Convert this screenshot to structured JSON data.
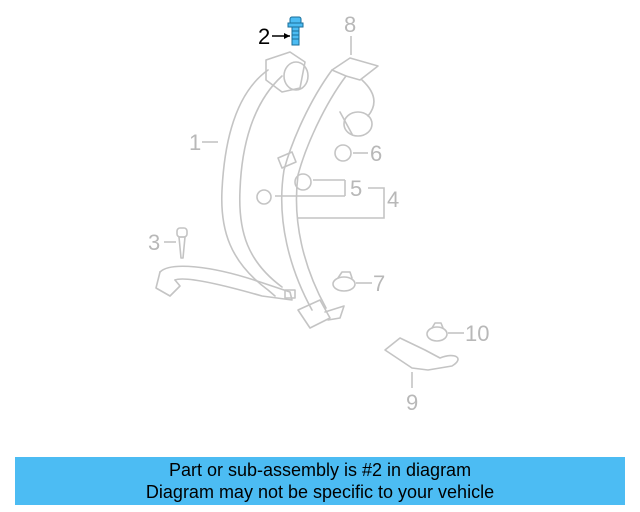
{
  "diagram": {
    "title": "Seat belt assembly parts diagram",
    "highlighted_part": "2",
    "highlight_color": "#4cbcf3",
    "callouts": [
      {
        "id": "1",
        "label": "1",
        "part": "belt-assembly-front",
        "highlighted": false
      },
      {
        "id": "2",
        "label": "2",
        "part": "bolt",
        "highlighted": true
      },
      {
        "id": "3",
        "label": "3",
        "part": "screw",
        "highlighted": false
      },
      {
        "id": "4",
        "label": "4",
        "part": "belt-assembly-rear",
        "highlighted": false
      },
      {
        "id": "5",
        "label": "5",
        "part": "grommet",
        "highlighted": false
      },
      {
        "id": "6",
        "label": "6",
        "part": "cap",
        "highlighted": false
      },
      {
        "id": "7",
        "label": "7",
        "part": "nut",
        "highlighted": false
      },
      {
        "id": "8",
        "label": "8",
        "part": "retractor-bracket",
        "highlighted": false
      },
      {
        "id": "9",
        "label": "9",
        "part": "buckle",
        "highlighted": false
      },
      {
        "id": "10",
        "label": "10",
        "part": "nut",
        "highlighted": false
      }
    ]
  },
  "banner": {
    "line1": "Part or sub-assembly is #2 in diagram",
    "line2": "Diagram may not be specific to your vehicle",
    "background": "#4cbcf3"
  }
}
